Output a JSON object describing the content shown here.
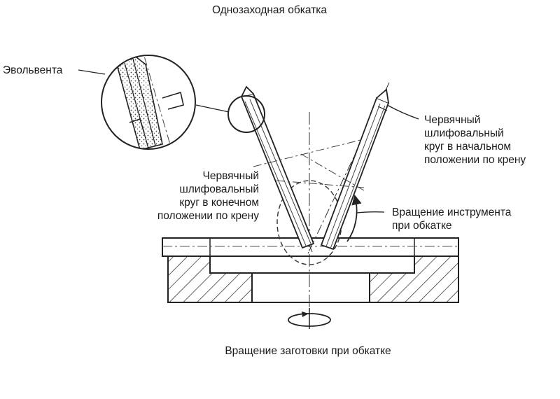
{
  "title": "Однозаходная обкатка",
  "labels": {
    "involute": "Эвольвента",
    "wheel_final": [
      "Червячный",
      "шлифовальный",
      "круг в конечном",
      "положении по крену"
    ],
    "wheel_initial": [
      "Червячный",
      "шлифовальный",
      "круг в начальном",
      "положении по крену"
    ],
    "tool_rotation": [
      "Вращение инструмента",
      "при обкатке"
    ],
    "workpiece_rotation": "Вращение заготовки при обкатке"
  }
}
